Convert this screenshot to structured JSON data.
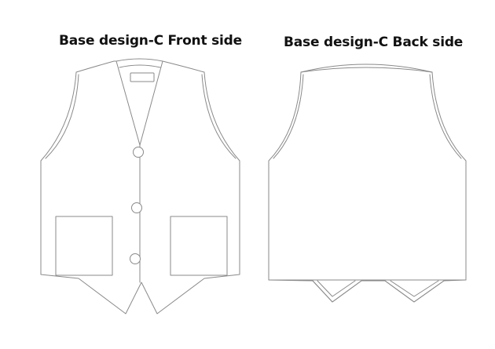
{
  "front": {
    "title": "Base design-C Front side"
  },
  "back": {
    "title": "Base design-C Back side"
  },
  "front_buttons_count": 3,
  "front_pockets_count": 2,
  "line_color": "#8a8a8a",
  "text_color": "#111111"
}
